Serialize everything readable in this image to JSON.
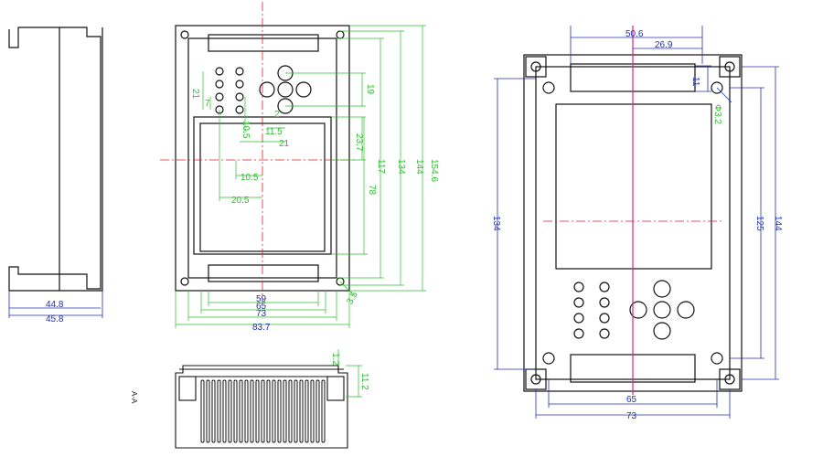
{
  "colors": {
    "outline": "#111111",
    "dim_green": "#2bbf2b",
    "dim_blue": "#1f2fb0",
    "dim_purple": "#6b3fb5",
    "center_red": "#e0202a",
    "center_magenta": "#e0208f"
  },
  "side_view": {
    "dims": {
      "inner_width": "44.8",
      "outer_width": "45.8"
    }
  },
  "front_view": {
    "dims": {
      "d21": "21",
      "d7": "7",
      "d19": "19",
      "d10_5a": "10.5",
      "d2": "2",
      "d11_5": "11.5",
      "d21b": "21",
      "d23_7": "23.7",
      "d10_5b": "10.5",
      "d20_5": "20.5",
      "d78": "78",
      "d117": "117",
      "d134": "134",
      "d144": "144",
      "d154_6": "154.6",
      "d3_5": "3.5",
      "w59": "59",
      "w65": "65",
      "w73": "73",
      "w83_7": "83.7"
    }
  },
  "section_view": {
    "label": "A-A",
    "dims": {
      "d1_2": "1.2",
      "d11_2": "11.2"
    }
  },
  "back_view": {
    "dims": {
      "top_50_6": "50.6",
      "top_26_9": "26.9",
      "right_11": "11",
      "hole_dia": "Φ3.2",
      "left_134": "134",
      "right_125": "125",
      "right_144": "144",
      "bottom_65": "65",
      "bottom_73": "73"
    }
  }
}
